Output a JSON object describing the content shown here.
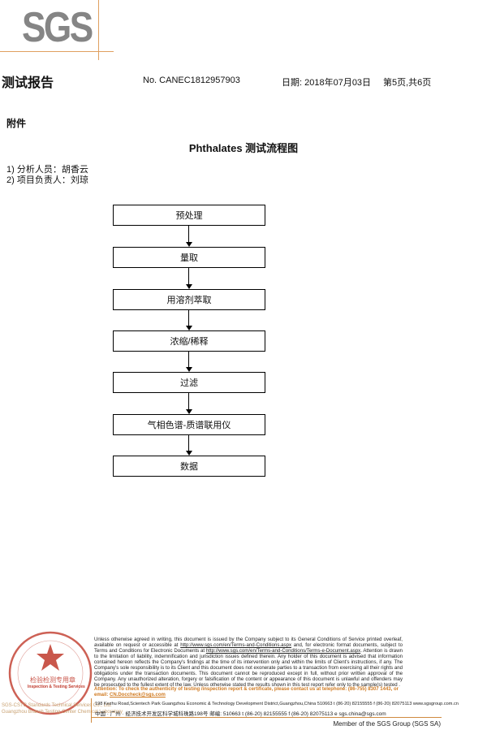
{
  "header": {
    "logo": "SGS",
    "title": "测试报告",
    "report_no": "No. CANEC1812957903",
    "date": "日期: 2018年07月03日",
    "page": "第5页,共6页"
  },
  "section_label": "附件",
  "flow_title": "Phthalates 测试流程图",
  "staff": [
    "1)  分析人员：胡香云",
    "2)  项目负责人：刘琼"
  ],
  "flow_steps": [
    "预处理",
    "量取",
    "用溶剂萃取",
    "浓缩/稀释",
    "过滤",
    "气相色谱-质谱联用仪",
    "数据"
  ],
  "footer": {
    "disclaimer_1": "Unless otherwise agreed in writing, this document is issued by the Company subject to its General Conditions of Service printed overleaf, available on request or accessible at ",
    "link_1": "http://www.sgs.com/en/Terms-and-Conditions.aspx",
    "disclaimer_2": " and, for electronic format documents, subject to Terms and Conditions for Electronic Documents at ",
    "link_2": "http://www.sgs.com/en/Terms-and-Conditions/Terms-e-Document.aspx",
    "disclaimer_3": ". Attention is drawn to the limitation of liability, indemnification and jurisdiction issues defined therein. Any holder of this document is advised that information contained hereon reflects the Company's findings at the time of its intervention only and within the limits of Client's instructions, if any. The Company's sole responsibility is to its Client and this document does not exonerate parties to a transaction from exercising all their rights and obligations under the transaction documents. This document cannot be reproduced except in full, without prior written approval of the Company. Any unauthorized alteration, forgery or falsification of the content or appearance of this document is unlawful and offenders may be prosecuted to the fullest extent of the law. Unless otherwise stated the results shown in this test report refer only to the sample(s) tested .",
    "attention": "Attention: To check the authenticity of testing /inspection report & certificate, please contact us at telephone: (86-755) 8307 1443, or email: ",
    "attention_email": "CN.Doccheck@sgs.com",
    "address_en": "198 Kezhu Road,Scientech Park Guangzhou Economic & Technology Development District,Guangzhou,China   510663   t (86-20) 82155555   f (86-20) 82075113   www.sgsgroup.com.cn",
    "address_cn": "中国 · 广州 · 经济技术开发区科学城科珠路198号            邮编: 510663   t (86-20) 82155555   f (86-20) 82075113   e  sgs.china@sgs.com",
    "company_1": "SGS-CSTC Standards Technical Services Co., Ltd.",
    "company_2": "Guangzhou Branch Testing Center Chemical Laboratory",
    "stamp_text": "检验检测专用章",
    "stamp_sub": "Inspection & Testing Services",
    "member": "Member of the SGS Group (SGS SA)"
  },
  "colors": {
    "accent_line": "#d08a40",
    "stamp": "#c0392b",
    "logo": "#858585"
  }
}
